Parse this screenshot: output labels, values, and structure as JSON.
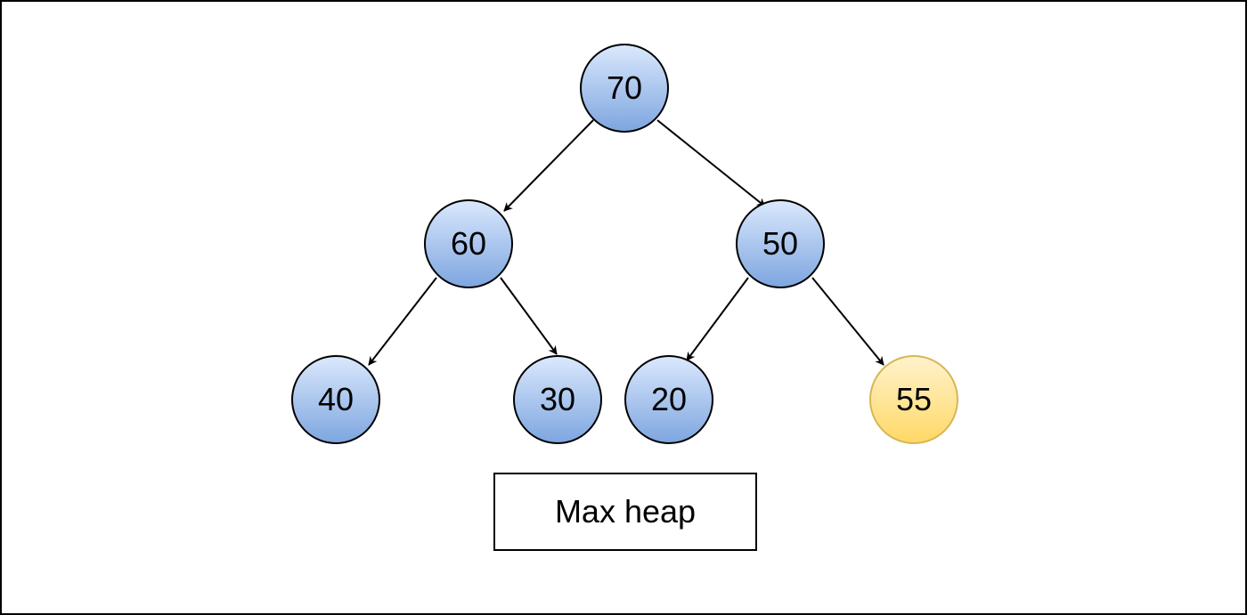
{
  "diagram": {
    "type": "tree",
    "caption": "Max heap",
    "nodes": [
      {
        "id": "n70",
        "label": "70",
        "style": "blue"
      },
      {
        "id": "n60",
        "label": "60",
        "style": "blue"
      },
      {
        "id": "n50",
        "label": "50",
        "style": "blue"
      },
      {
        "id": "n40",
        "label": "40",
        "style": "blue"
      },
      {
        "id": "n30",
        "label": "30",
        "style": "blue"
      },
      {
        "id": "n20",
        "label": "20",
        "style": "blue"
      },
      {
        "id": "n55",
        "label": "55",
        "style": "yellow"
      }
    ],
    "edges": [
      {
        "from": "n70",
        "to": "n60"
      },
      {
        "from": "n70",
        "to": "n50"
      },
      {
        "from": "n60",
        "to": "n40"
      },
      {
        "from": "n60",
        "to": "n30"
      },
      {
        "from": "n50",
        "to": "n20"
      },
      {
        "from": "n50",
        "to": "n55"
      }
    ],
    "colors": {
      "node_blue_top": "#dae8fc",
      "node_blue_bottom": "#7ea6e0",
      "node_yellow_top": "#fff2cc",
      "node_yellow_bottom": "#ffd966",
      "node_yellow_border": "#d6b656",
      "edge": "#000000"
    }
  }
}
